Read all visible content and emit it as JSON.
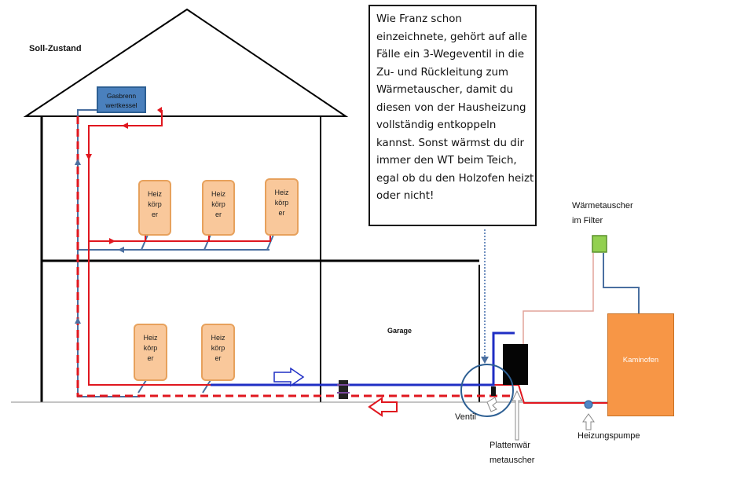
{
  "title": "Soll-Zustand",
  "callout_lines": [
    "Wie Franz schon",
    "einzeichnete, gehört auf alle",
    "Fälle ein 3-Wegeventil in die",
    "Zu- und Rückleitung zum",
    "Wärmetauscher, damit du",
    "diesen von der Hausheizung",
    "vollständig entkoppeln",
    "kannst. Sonst wärmst du dir",
    "immer den WT beim Teich,",
    "egal ob du den Holzofen heizt",
    "oder nicht!"
  ],
  "boiler": {
    "line1": "Gasbrenn",
    "line2": "wertkessel"
  },
  "radiators": [
    {
      "l1": "Heiz",
      "l2": "körp",
      "l3": "er"
    },
    {
      "l1": "Heiz",
      "l2": "körp",
      "l3": "er"
    },
    {
      "l1": "Heiz",
      "l2": "körp",
      "l3": "er"
    },
    {
      "l1": "Heiz",
      "l2": "körp",
      "l3": "er"
    },
    {
      "l1": "Heiz",
      "l2": "körp",
      "l3": "er"
    }
  ],
  "garage": "Garage",
  "ventil": "Ventil",
  "plate_hx": {
    "line1": "Plattenwär",
    "line2": "metauscher"
  },
  "pump": "Heizungspumpe",
  "filter_hx": {
    "line1": "Wärmetauscher",
    "line2": "im Filter"
  },
  "kamin": "Kaminofen",
  "colors": {
    "supply_red": "#e0171f",
    "return_blue": "#4a6fa0",
    "garage_blue": "#1f2ec4",
    "radiator_fill": "#f9c89b",
    "kamin_fill": "#f79646",
    "filter_fill": "#92d050",
    "boiler_fill": "#4a80bd"
  }
}
